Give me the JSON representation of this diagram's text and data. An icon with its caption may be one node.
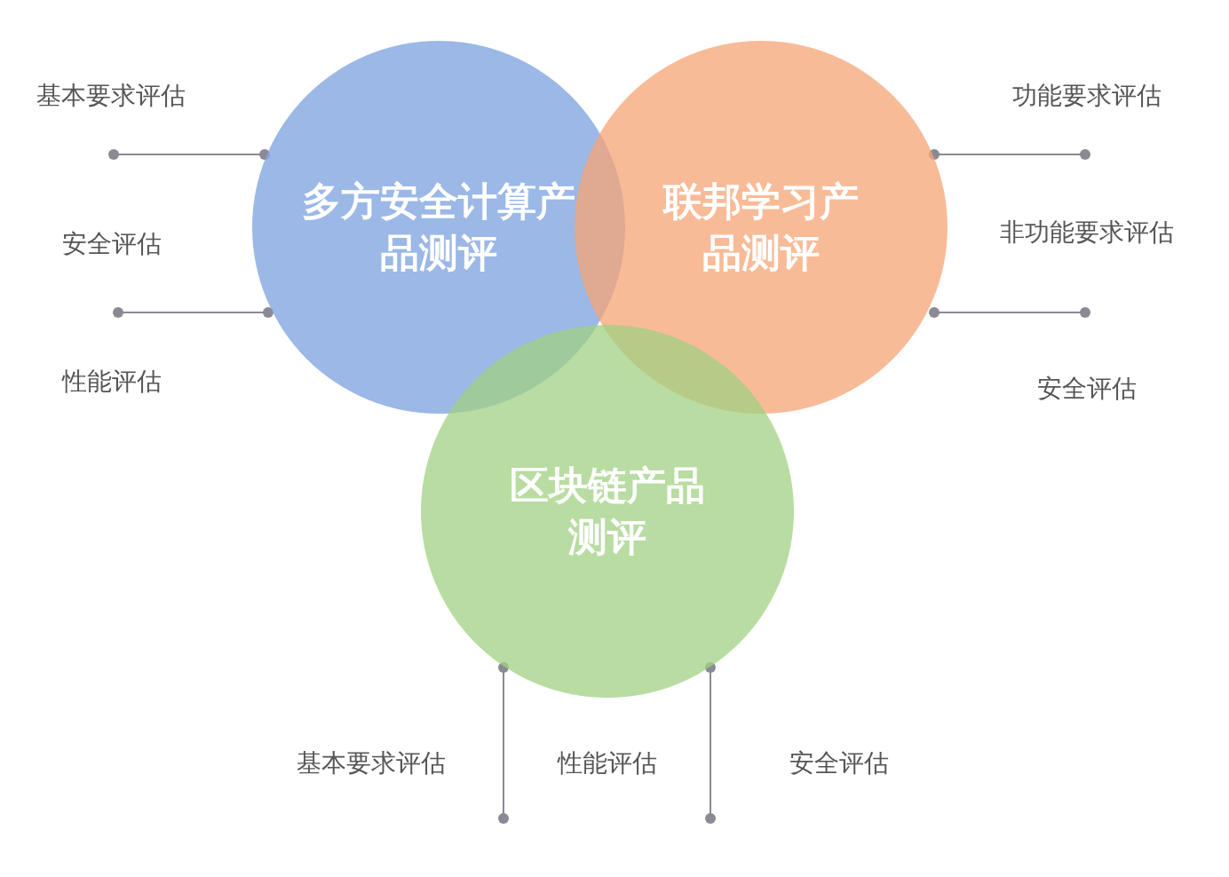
{
  "diagram": {
    "nodes": [
      {
        "text": [
          "多方安全计算产品测评"
        ]
      },
      {
        "text": [
          "联邦学习产品测评"
        ]
      },
      {
        "text": [
          "区块链产品测评"
        ]
      }
    ],
    "labels": [
      "基本要求评估",
      "安全评估",
      "性能评估",
      "功能要求评估",
      "非功能要求评估",
      "安全评估",
      "基本要求评估",
      "性能评估",
      "安全评估"
    ]
  }
}
